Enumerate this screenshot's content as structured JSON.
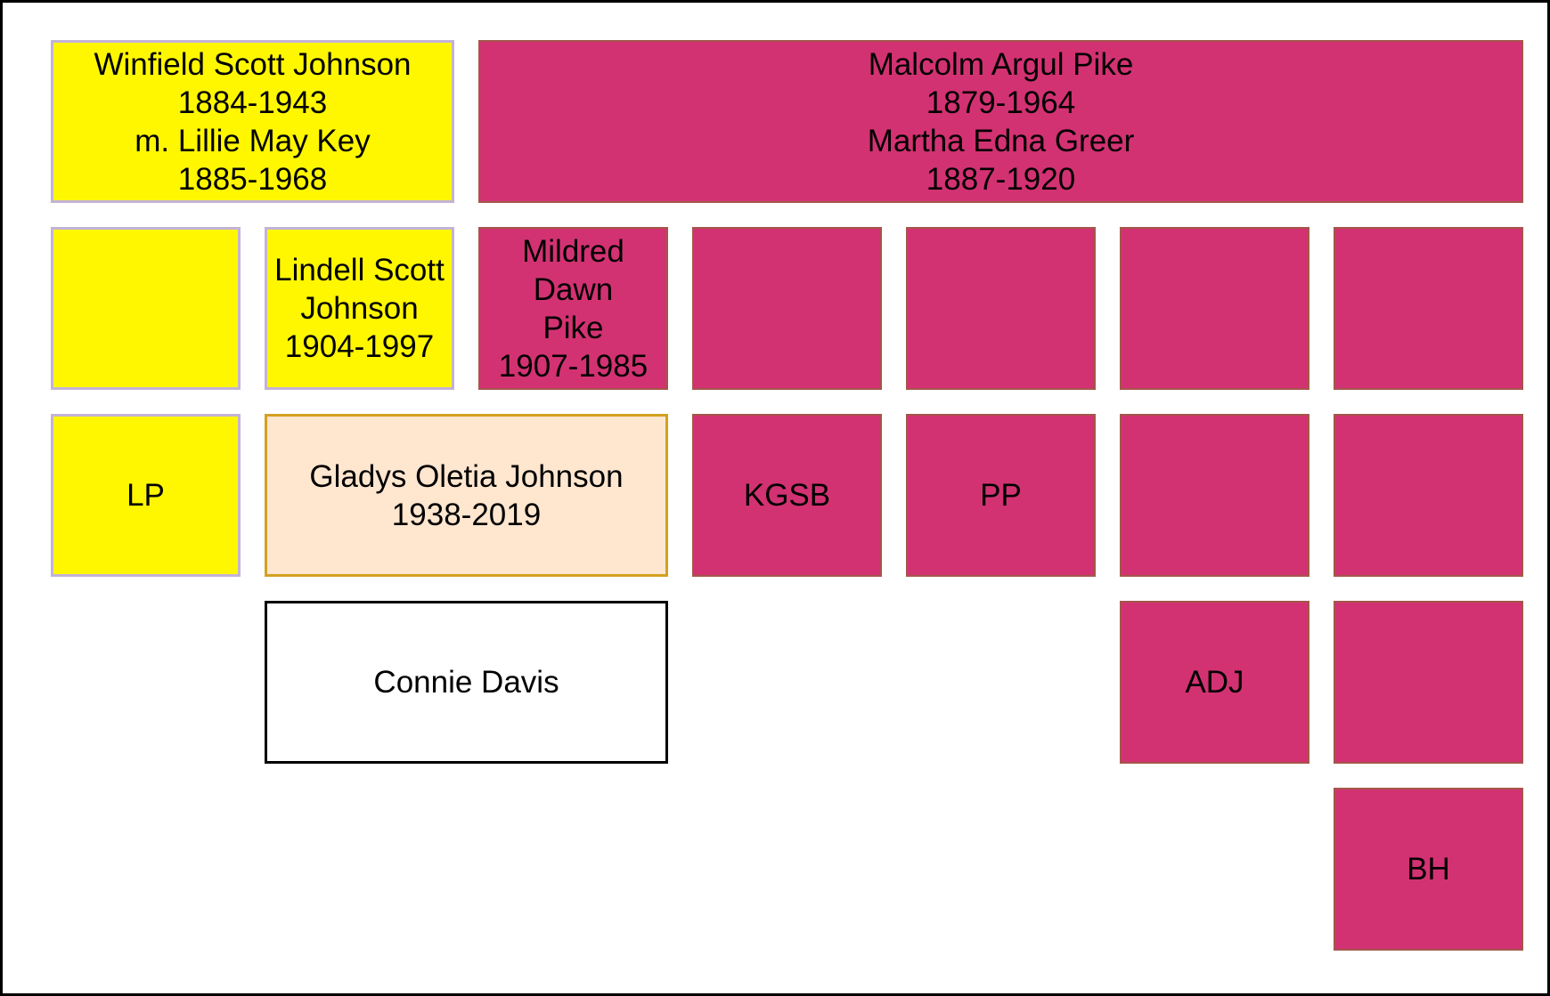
{
  "colors": {
    "yellow_fill": "#fff700",
    "yellow_border": "#c3b3d6",
    "magenta_fill": "#d23272",
    "magenta_border": "#a4564a",
    "peach_fill": "#ffe6cf",
    "peach_border": "#d4a020",
    "plain_border": "#000000"
  },
  "boxes": {
    "johnson_couple": "Winfield Scott Johnson\n1884-1943\nm. Lillie May Key\n1885-1968",
    "pike_couple": "Malcolm Argul Pike\n1879-1964\nMartha Edna Greer\n1887-1920",
    "johnson_child_1": "",
    "lindell": "Lindell Scott\nJohnson\n1904-1997",
    "mildred": "Mildred\nDawn\nPike\n1907-1985",
    "pike_child_2": "",
    "pike_child_3": "",
    "pike_child_4": "",
    "pike_child_5": "",
    "lp": "LP",
    "gladys": "Gladys Oletia Johnson\n1938-2019",
    "kgsb": "KGSB",
    "pp": "PP",
    "pike_gc_3": "",
    "pike_gc_4": "",
    "connie": "Connie Davis",
    "adj": "ADJ",
    "pike_ggc_2": "",
    "bh": "BH"
  }
}
